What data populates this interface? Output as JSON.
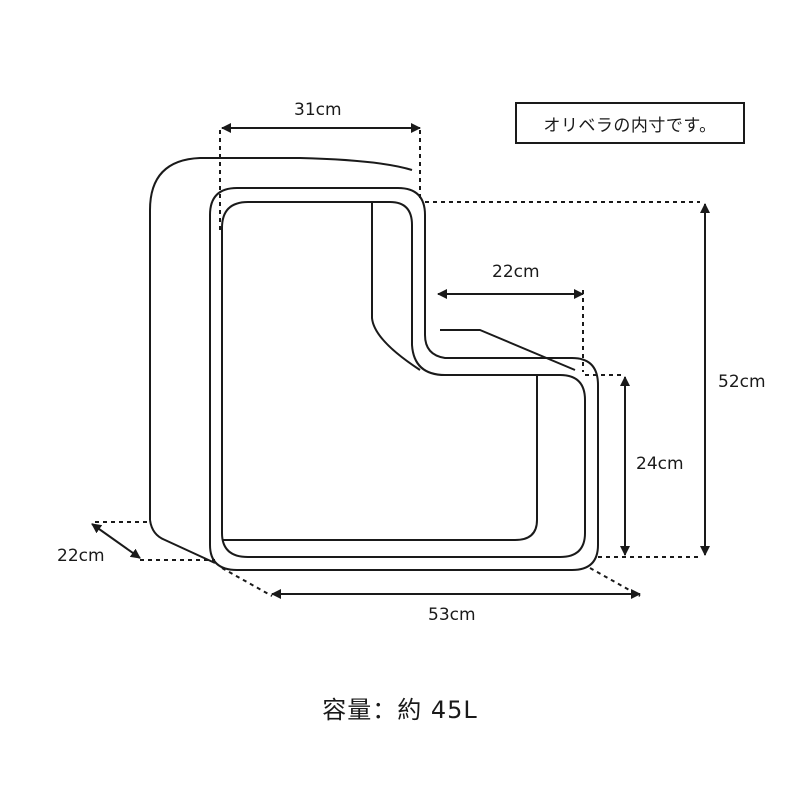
{
  "note": "オリベラの内寸です。",
  "capacity": "容量：約 45L",
  "dimensions": {
    "top_width": "31cm",
    "step_width": "22cm",
    "total_height": "52cm",
    "lower_height": "24cm",
    "depth": "22cm",
    "bottom_width": "53cm"
  },
  "colors": {
    "line": "#1a1a1a",
    "background": "#ffffff"
  }
}
